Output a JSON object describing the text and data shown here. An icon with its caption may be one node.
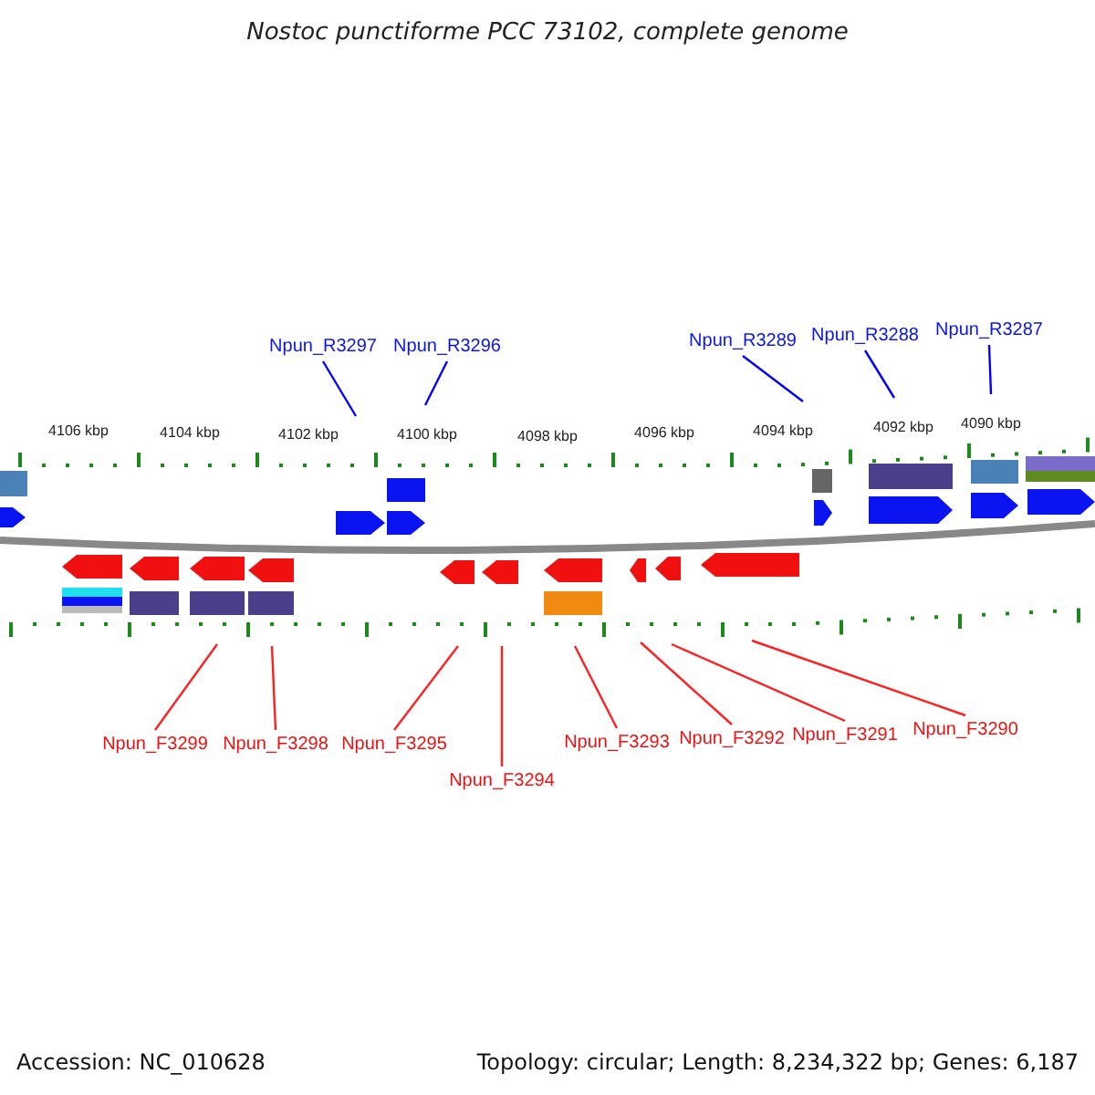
{
  "diagram": {
    "title": "Nostoc punctiforme PCC 73102, complete genome",
    "nodes": [
      {
        "text": [
          "Npun_R3297"
        ]
      },
      {
        "text": [
          "Npun_R3296"
        ]
      },
      {
        "text": [
          "Npun_R3289"
        ]
      },
      {
        "text": [
          "Npun_R3288"
        ]
      },
      {
        "text": [
          "Npun_R3287"
        ]
      },
      {
        "text": [
          "Npun_F3299"
        ]
      },
      {
        "text": [
          "Npun_F3298"
        ]
      },
      {
        "text": [
          "Npun_F3295"
        ]
      },
      {
        "text": [
          "Npun_F3294"
        ]
      },
      {
        "text": [
          "Npun_F3293"
        ]
      },
      {
        "text": [
          "Npun_F3292"
        ]
      },
      {
        "text": [
          "Npun_F3291"
        ]
      },
      {
        "text": [
          "Npun_F3290"
        ]
      }
    ],
    "edges": [
      {
        "from": 0,
        "to": null,
        "arrow": "none",
        "color": "#0000ff"
      },
      {
        "from": 1,
        "to": null,
        "arrow": "none",
        "color": "#0000ff"
      },
      {
        "from": 2,
        "to": null,
        "arrow": "none",
        "color": "#0000ff"
      },
      {
        "from": 3,
        "to": null,
        "arrow": "none",
        "color": "#0000ff"
      },
      {
        "from": 4,
        "to": null,
        "arrow": "none",
        "color": "#0000ff"
      },
      {
        "from": 5,
        "to": null,
        "arrow": "none"
      },
      {
        "from": 6,
        "to": null,
        "arrow": "none"
      },
      {
        "from": 7,
        "to": null,
        "arrow": "none"
      },
      {
        "from": 8,
        "to": null,
        "arrow": "none"
      },
      {
        "from": 9,
        "to": null,
        "arrow": "none"
      },
      {
        "from": 10,
        "to": null,
        "arrow": "none"
      },
      {
        "from": 11,
        "to": null,
        "arrow": "none"
      },
      {
        "from": 12,
        "to": null,
        "arrow": "none"
      }
    ],
    "labels": [
      "4106 kbp",
      "4104 kbp",
      "4102 kbp",
      "4100 kbp",
      "4098 kbp",
      "4096 kbp",
      "4094 kbp",
      "4092 kbp",
      "4090 kbp",
      "Accession: NC_010628",
      "Topology: circular; Length: 8,234,322 bp; Genes: 6,187"
    ]
  }
}
